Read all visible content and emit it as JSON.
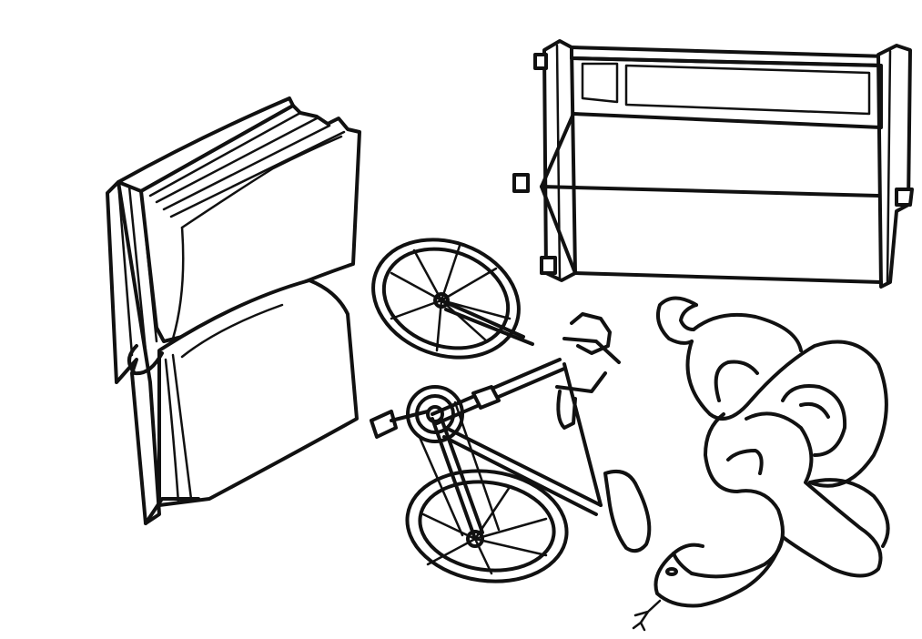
{
  "scene": {
    "background": "#ffffff",
    "ink_color": "#111111",
    "objects": [
      {
        "id": "book",
        "icon": "open-book-icon"
      },
      {
        "id": "cabinet",
        "icon": "cabinet-icon"
      },
      {
        "id": "bicycle",
        "icon": "bicycle-icon"
      },
      {
        "id": "snake",
        "icon": "snake-icon"
      }
    ]
  }
}
